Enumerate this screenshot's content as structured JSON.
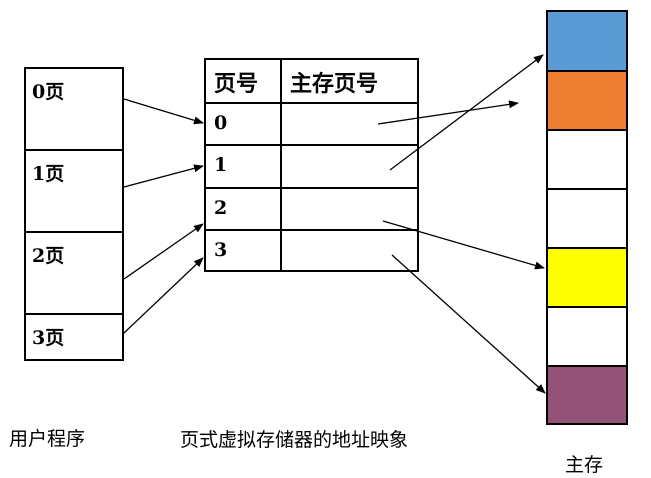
{
  "user_program": {
    "pages": [
      "0页",
      "1页",
      "2页",
      "3页"
    ],
    "caption": "用户程序"
  },
  "page_table": {
    "header_page_no": "页号",
    "header_frame_no": "主存页号",
    "rows": [
      "0",
      "1",
      "2",
      "3"
    ]
  },
  "memory": {
    "caption": "主存",
    "block_colors": [
      "#5b9bd5",
      "#ed7d31",
      "#ffffff",
      "#ffffff",
      "#ffff00",
      "#ffffff",
      "#955277"
    ]
  },
  "diagram_title": "页式虚拟存储器的地址映象"
}
